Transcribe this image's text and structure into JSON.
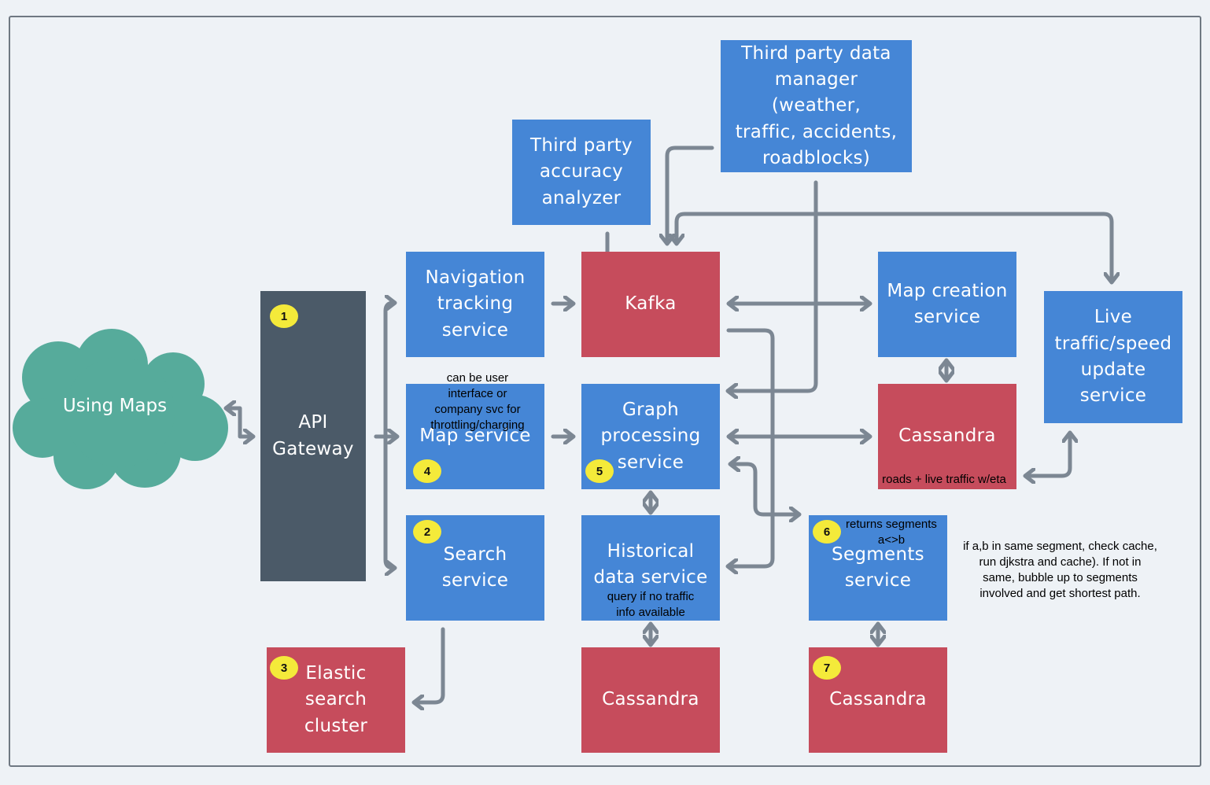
{
  "colors": {
    "blue": "#4586d6",
    "red": "#c64c5c",
    "dark": "#4b5a68",
    "teal": "#56ab9b",
    "badge": "#f4ea3a",
    "arrow": "#7c8793"
  },
  "cloud": {
    "label": "Using Maps"
  },
  "nodes": {
    "api_gateway": "API\nGateway",
    "navigation_tracking": "Navigation\ntracking\nservice",
    "map_service": "Map service",
    "search_service": "Search\nservice",
    "elastic_search": "Elastic\nsearch\ncluster",
    "third_party_accuracy": "Third party\naccuracy\nanalyzer",
    "third_party_data": "Third party data\nmanager (weather,\ntraffic, accidents,\nroadblocks)",
    "kafka": "Kafka",
    "graph_processing": "Graph\nprocessing\nservice",
    "historical_data": "Historical\ndata service",
    "cassandra_historical": "Cassandra",
    "map_creation": "Map creation\nservice",
    "cassandra_main": "Cassandra",
    "live_traffic": "Live\ntraffic/speed\nupdate\nservice",
    "segments_service": "Segments\nservice",
    "cassandra_segments": "Cassandra"
  },
  "badges": {
    "api_gateway": "1",
    "search_service": "2",
    "elastic_search": "3",
    "map_service": "4",
    "graph_processing": "5",
    "segments_service": "6",
    "cassandra_segments": "7"
  },
  "notes": {
    "map_service": "can be user\ninterface or\ncompany svc for\nthrottling/charging",
    "cassandra_main": "roads + live traffic w/eta",
    "historical_data": "query if no traffic\ninfo available",
    "segments_service": "returns segments\na<>b",
    "shortest_path": "if a,b in same segment, check cache,\nrun djkstra and cache). If not in\nsame, bubble up to segments\ninvolved and get shortest path."
  }
}
